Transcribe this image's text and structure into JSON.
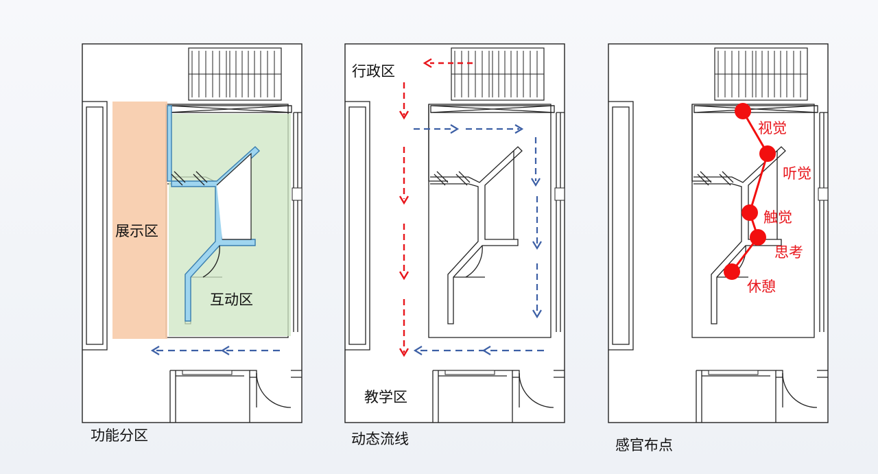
{
  "panels": [
    {
      "id": "function",
      "caption": "功能分区",
      "labels": {
        "exhibit": "展示区",
        "interact": "互动区"
      },
      "colors": {
        "exhibit": "#f7cbaa",
        "interact": "#cde6c3",
        "corridor": "#9fd5ef",
        "flow_blue": "#3c5fa5"
      }
    },
    {
      "id": "flow",
      "caption": "动态流线",
      "labels": {
        "admin": "行政区",
        "teach": "教学区"
      },
      "colors": {
        "flow_red": "#e8151b",
        "flow_blue": "#3c5fa5"
      }
    },
    {
      "id": "senses",
      "caption": "感官布点",
      "points": [
        "视觉",
        "听觉",
        "触觉",
        "思考",
        "休憩"
      ],
      "colors": {
        "point": "#f20f0f"
      }
    }
  ]
}
